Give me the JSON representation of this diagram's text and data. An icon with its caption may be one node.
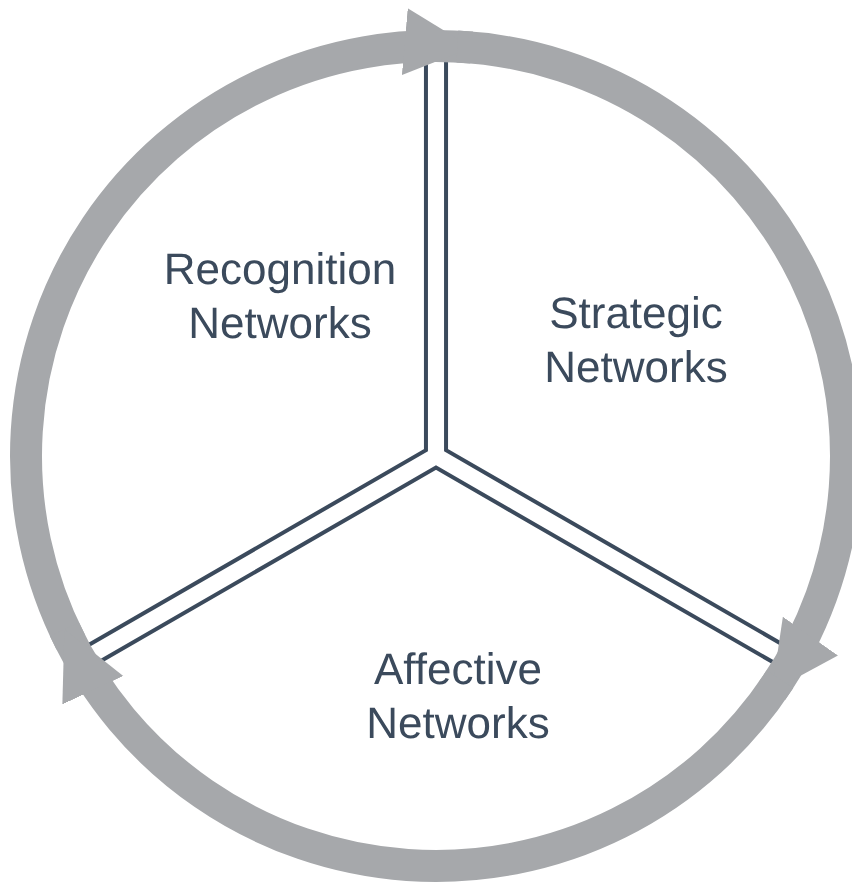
{
  "diagram": {
    "nodes": [
      {
        "text": [
          "Recognition Networks"
        ]
      },
      {
        "text": [
          "Strategic Networks"
        ]
      },
      {
        "text": [
          "Affective Networks"
        ]
      }
    ],
    "edges": [
      {
        "from": 0,
        "to": 1,
        "arrow": "to"
      },
      {
        "from": 1,
        "to": 2,
        "arrow": "to"
      },
      {
        "from": 2,
        "to": 0,
        "arrow": "to"
      }
    ]
  }
}
